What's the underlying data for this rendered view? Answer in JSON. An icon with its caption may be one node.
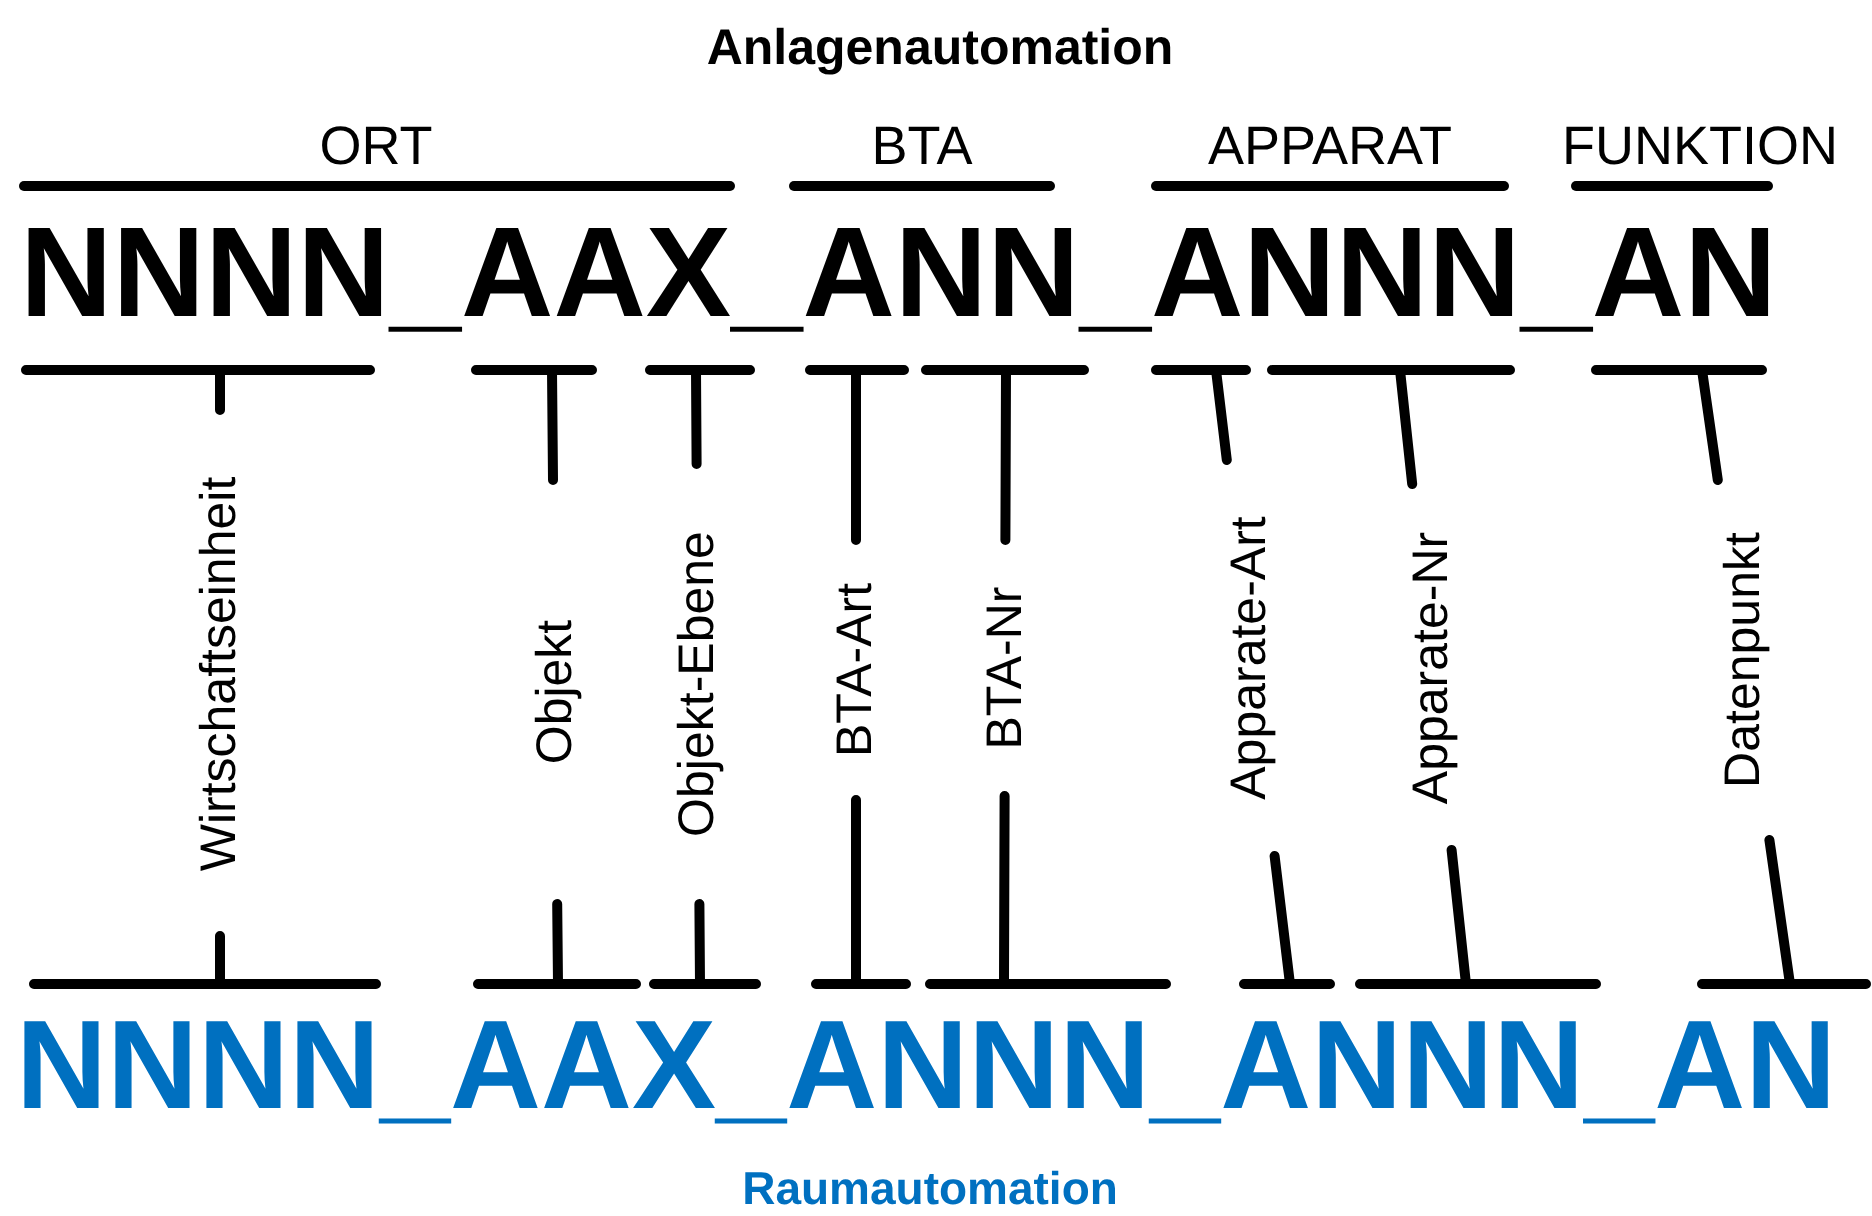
{
  "diagram": {
    "labels": [
      "Anlagenautomation",
      "ORT",
      "BTA",
      "APPARAT",
      "FUNKTION",
      "NNNN_AAX_ANN_ANNN_AN",
      "Wirtschaftseinheit",
      "Objekt",
      "Objekt-Ebene",
      "BTA-Art",
      "BTA-Nr",
      "Apparate-Art",
      "Apparate-Nr",
      "Datenpunkt",
      "NNNN_AAX_ANNN_ANNN_AN",
      "Raumautomation"
    ]
  }
}
